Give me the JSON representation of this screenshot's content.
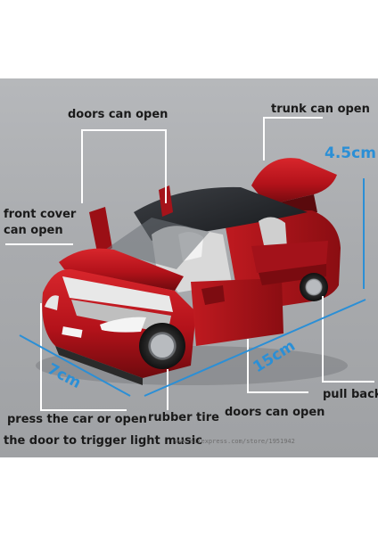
{
  "labels": {
    "doors_can_open_top": "doors can open",
    "trunk_can_open": "trunk can open",
    "front_cover_line1": "front cover",
    "front_cover_line2": "can open",
    "pull_back": "pull back",
    "press_line1": "press the car or open",
    "press_line2": "the door to trigger light music",
    "rubber_tire": "rubber tire",
    "doors_can_open_bottom": "doors can open"
  },
  "dimensions": {
    "height": "4.5cm",
    "width": "7cm",
    "length": "15cm"
  },
  "watermark": "www.aliexpress.com/store/1951942",
  "colors": {
    "background": "#ffffff",
    "photo_bg": "#a9abae",
    "car_red": "#b3121a",
    "dimension_blue": "#2b8fd6",
    "label_text": "#1a1a1a"
  }
}
